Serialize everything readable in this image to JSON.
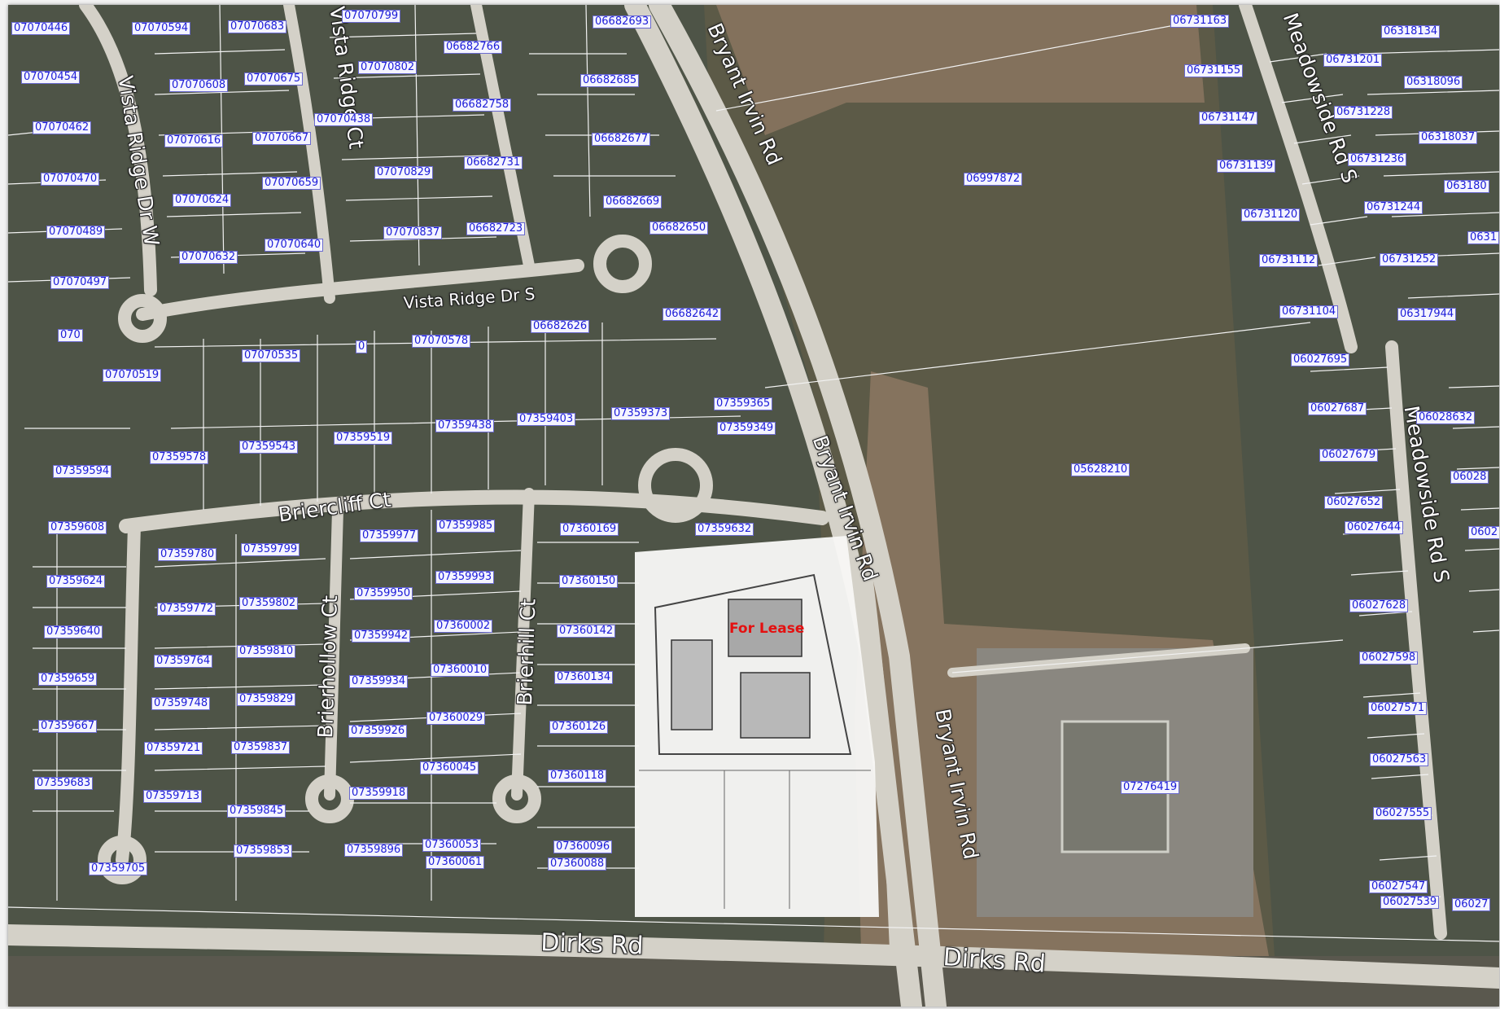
{
  "colors": {
    "lot": "#4e5447",
    "field": "#5c5a47",
    "bare": "#8a7560",
    "road": "#d4d1c8",
    "parcel_line": "#f2f2f2",
    "parcel_label_text": "#1c1cd8",
    "lease_text": "#e41010"
  },
  "lease": {
    "label": "For Lease"
  },
  "streets": [
    {
      "name": "Vista Ridge Dr W"
    },
    {
      "name": "Vista Ridge Ct"
    },
    {
      "name": "Vista Ridge Dr S"
    },
    {
      "name": "Bryant Irvin Rd"
    },
    {
      "name": "Bryant Irvin Rd"
    },
    {
      "name": "Bryant Irvin Rd"
    },
    {
      "name": "Briercliff Ct"
    },
    {
      "name": "Brierhollow Ct"
    },
    {
      "name": "Brierhill Ct"
    },
    {
      "name": "Dirks Rd"
    },
    {
      "name": "Dirks Rd"
    },
    {
      "name": "Meadowside Rd S"
    },
    {
      "name": "Meadowside Rd S"
    }
  ],
  "parcels": [
    "07070446",
    "07070594",
    "07070683",
    "07070799",
    "06682693",
    "07070454",
    "07070608",
    "07070675",
    "07070802",
    "06682766",
    "07070462",
    "07070616",
    "07070667",
    "07070438",
    "06682758",
    "07070470",
    "07070624",
    "07070659",
    "07070829",
    "06682731",
    "07070489",
    "07070632",
    "07070640",
    "07070837",
    "06682723",
    "07070497",
    "06682685",
    "06682677",
    "06682669",
    "06682650",
    "070",
    "07070519",
    "07070535",
    "0",
    "07070578",
    "06682626",
    "06682642",
    "07359365",
    "07359349",
    "07359373",
    "07359403",
    "07359438",
    "07359519",
    "07359543",
    "07359578",
    "07359594",
    "07359608",
    "07359624",
    "07359640",
    "07359659",
    "07359667",
    "07359683",
    "07359705",
    "07359780",
    "07359772",
    "07359764",
    "07359748",
    "07359721",
    "07359713",
    "07359799",
    "07359802",
    "07359810",
    "07359829",
    "07359837",
    "07359845",
    "07359853",
    "07359977",
    "07359950",
    "07359942",
    "07359934",
    "07359926",
    "07359918",
    "07359896",
    "07359985",
    "07359993",
    "07360002",
    "07360010",
    "07360029",
    "07360045",
    "07360053",
    "07360061",
    "07360169",
    "07360150",
    "07360142",
    "07360134",
    "07360126",
    "07360118",
    "07360096",
    "07360088",
    "07359632",
    "06997872",
    "05628210",
    "07276419",
    "06731163",
    "06731155",
    "06731147",
    "06731139",
    "06731120",
    "06731112",
    "06731104",
    "06318134",
    "06731201",
    "06318096",
    "06731228",
    "06318037",
    "06731236",
    "063180",
    "06731244",
    "06731252",
    "06317944",
    "0631",
    "06027695",
    "06027687",
    "06028632",
    "06027679",
    "06028",
    "06027652",
    "06027644",
    "06027628",
    "06027598",
    "06027571",
    "06027563",
    "06027555",
    "06027547",
    "06027539",
    "06027",
    "0602"
  ]
}
